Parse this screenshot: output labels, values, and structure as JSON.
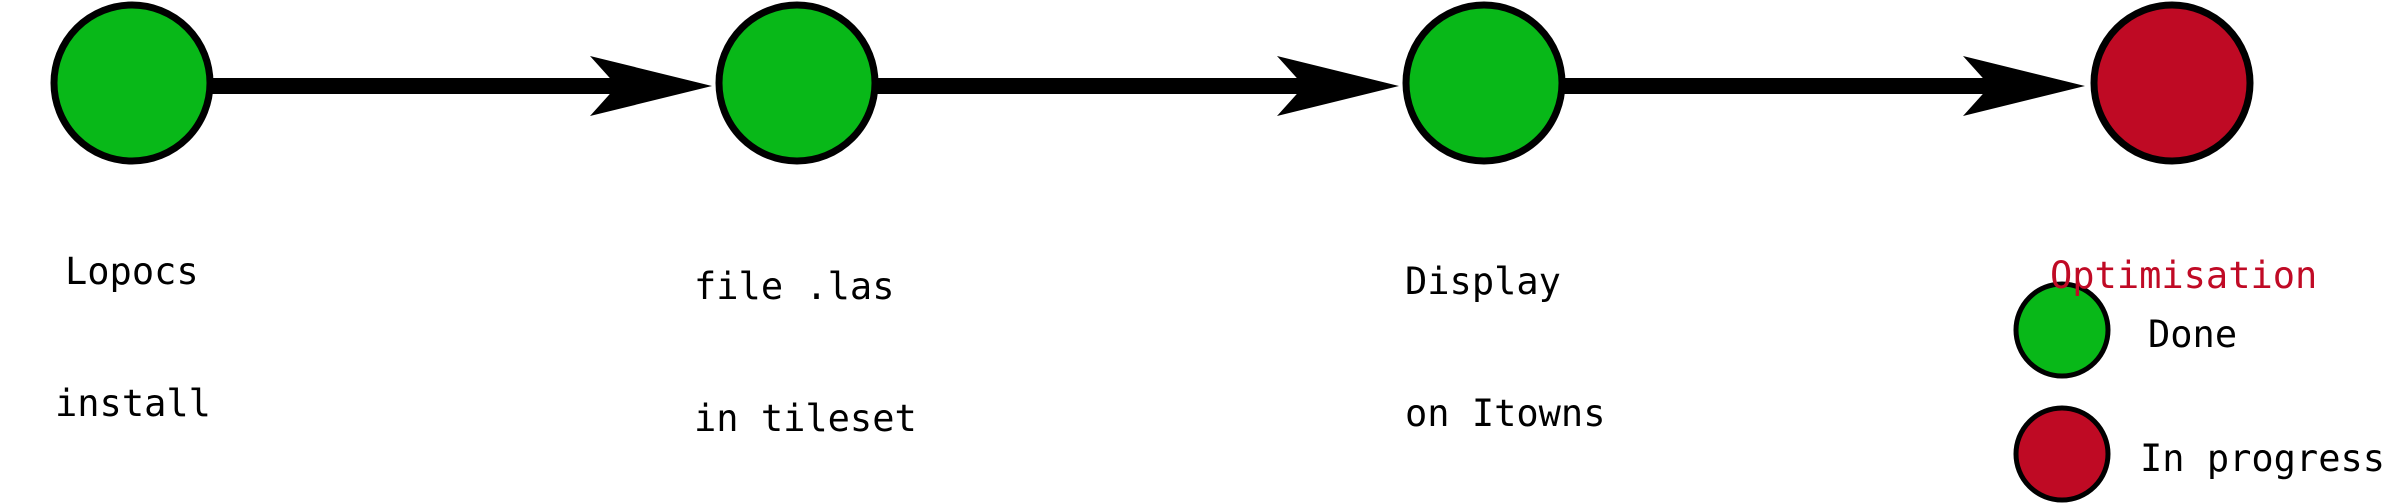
{
  "colors": {
    "done": "#08b818",
    "in_progress": "#bf0a24",
    "outline": "#000000",
    "arrow": "#000000",
    "in_progress_text": "#c00a25"
  },
  "steps": [
    {
      "line1": "Lopocs",
      "line2": "install",
      "status": "done"
    },
    {
      "line1": "file .las",
      "line2": "in tileset",
      "status": "done"
    },
    {
      "line1": "Display",
      "line2": "on Itowns",
      "status": "done"
    },
    {
      "line1": "Optimisation",
      "line2": "",
      "status": "in_progress"
    }
  ],
  "legend": {
    "done_label": "Done",
    "in_progress_label": "In progress"
  }
}
